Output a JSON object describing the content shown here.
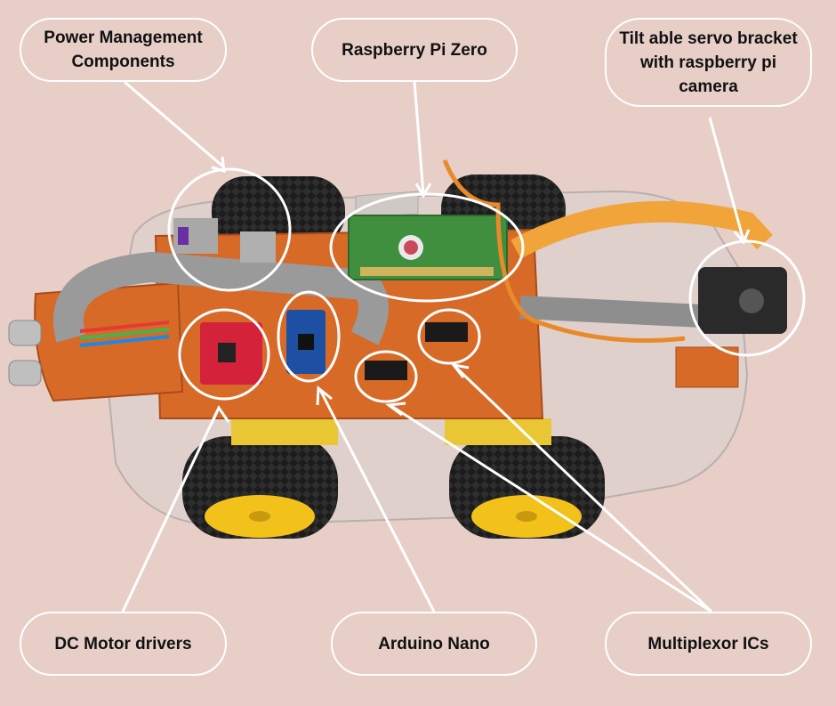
{
  "callouts": {
    "power": "Power Management Components",
    "pi": "Raspberry Pi Zero",
    "servo": "Tilt able servo bracket with raspberry pi camera",
    "dc": "DC Motor drivers",
    "nano": "Arduino Nano",
    "mux": "Multiplexor ICs"
  },
  "colors": {
    "background": "#e7cfc8",
    "chassis_board": "#d86a28",
    "wheel": "#1e1e1e",
    "rim": "#f2c21a",
    "annotation": "#ffffff"
  }
}
